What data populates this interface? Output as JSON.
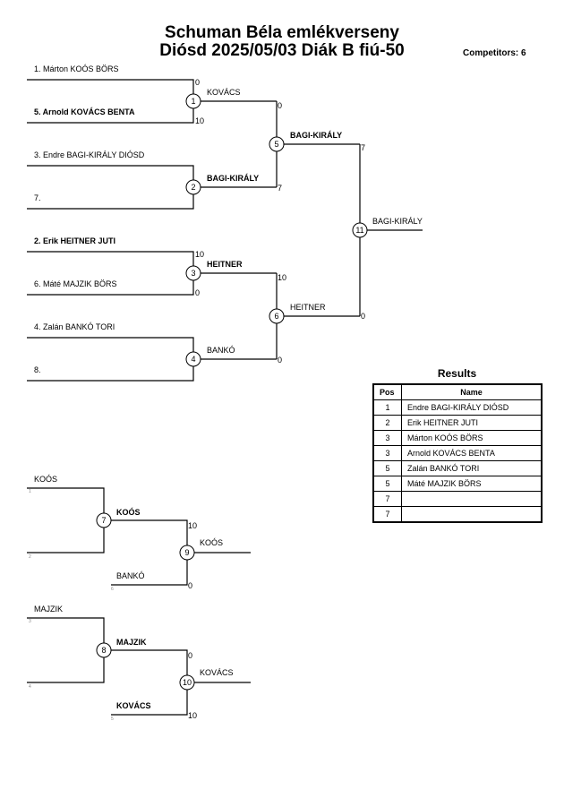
{
  "title_line1": "Schuman Béla emlékverseny",
  "title_line2": "Diósd 2025/05/03 Diák B fiú-50",
  "competitors": "Competitors: 6",
  "bracket": {
    "entries": [
      {
        "text": "1. Márton KOÓS BÖRS",
        "bold": false
      },
      {
        "text": "5. Arnold KOVÁCS BENTA",
        "bold": true
      },
      {
        "text": "3. Endre BAGI-KIRÁLY DIÓSD",
        "bold": false
      },
      {
        "text": "7.",
        "bold": false
      },
      {
        "text": "2. Erik HEITNER JUTI",
        "bold": true
      },
      {
        "text": "6. Máté MAJZIK BÖRS",
        "bold": false
      },
      {
        "text": "4. Zalán BANKÓ TORI",
        "bold": false
      },
      {
        "text": "8.",
        "bold": false
      }
    ],
    "round1": [
      {
        "match": "1",
        "winner": "KOVÁCS",
        "winner_bold": false,
        "scores": [
          "0",
          "10"
        ]
      },
      {
        "match": "2",
        "winner": "BAGI-KIRÁLY",
        "winner_bold": true,
        "scores": [
          "",
          ""
        ]
      },
      {
        "match": "3",
        "winner": "HEITNER",
        "winner_bold": true,
        "scores": [
          "10",
          "0"
        ]
      },
      {
        "match": "4",
        "winner": "BANKÓ",
        "winner_bold": false,
        "scores": [
          "",
          ""
        ]
      }
    ],
    "round2": [
      {
        "match": "5",
        "winner": "BAGI-KIRÁLY",
        "winner_bold": true,
        "scores": [
          "0",
          "7"
        ]
      },
      {
        "match": "6",
        "winner": "HEITNER",
        "winner_bold": false,
        "scores": [
          "10",
          "0"
        ]
      }
    ],
    "final": {
      "match": "11",
      "winner": "BAGI-KIRÁLY",
      "winner_bold": false,
      "scores": [
        "7",
        "0"
      ]
    }
  },
  "repechage": [
    {
      "top_name": "KOÓS",
      "top_seed": "1",
      "bottom_seed": "2",
      "first_match": "7",
      "first_winner": "KOÓS",
      "opponent": "BANKÓ",
      "opponent_seed": "6",
      "opponent_bold": false,
      "scores": [
        "10",
        "0"
      ],
      "second_match": "9",
      "final_winner": "KOÓS"
    },
    {
      "top_name": "MAJZIK",
      "top_seed": "3",
      "bottom_seed": "4",
      "first_match": "8",
      "first_winner": "MAJZIK",
      "opponent": "KOVÁCS",
      "opponent_seed": "5",
      "opponent_bold": true,
      "scores": [
        "0",
        "10"
      ],
      "second_match": "10",
      "final_winner": "KOVÁCS"
    }
  ],
  "results": {
    "title": "Results",
    "headers": {
      "pos": "Pos",
      "name": "Name"
    },
    "rows": [
      {
        "pos": "1",
        "name": "Endre BAGI-KIRÁLY DIÓSD"
      },
      {
        "pos": "2",
        "name": "Erik HEITNER JUTI"
      },
      {
        "pos": "3",
        "name": "Márton KOÓS BÖRS"
      },
      {
        "pos": "3",
        "name": "Arnold KOVÁCS BENTA"
      },
      {
        "pos": "5",
        "name": "Zalán BANKÓ TORI"
      },
      {
        "pos": "5",
        "name": "Máté MAJZIK BÖRS"
      },
      {
        "pos": "7",
        "name": ""
      },
      {
        "pos": "7",
        "name": ""
      }
    ]
  }
}
